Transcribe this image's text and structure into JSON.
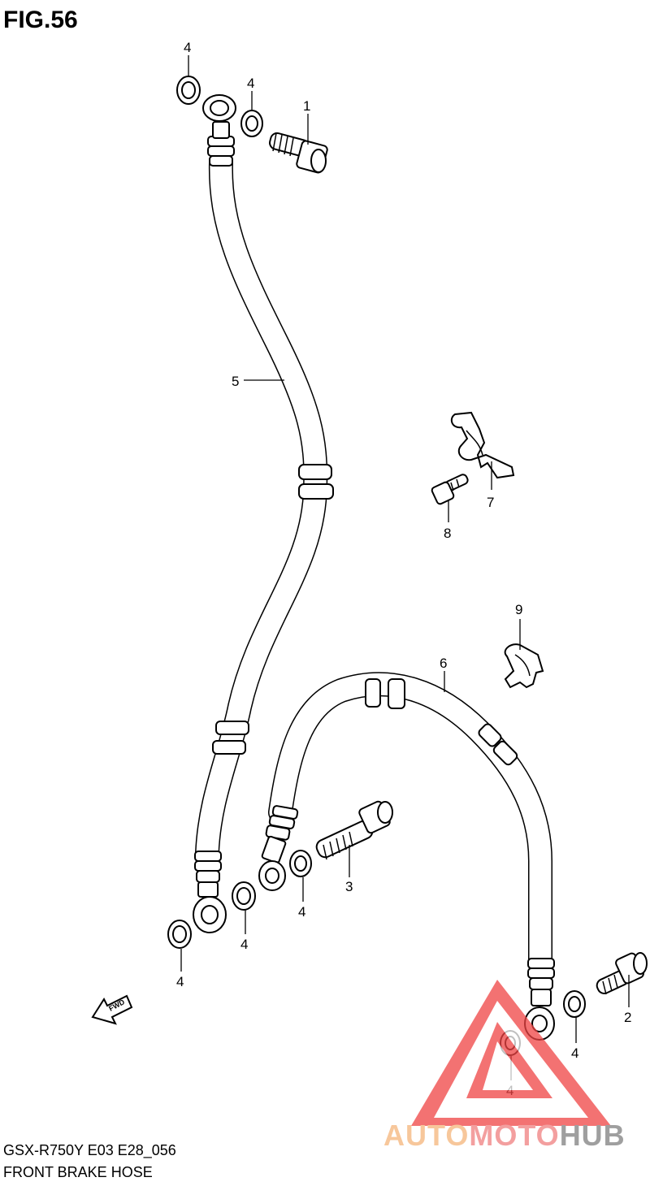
{
  "figure": {
    "title": "FIG.56",
    "model_code": "GSX-R750Y E03 E28_056",
    "caption": "FRONT BRAKE HOSE"
  },
  "callouts": {
    "c1": "1",
    "c2": "2",
    "c3": "3",
    "c4a": "4",
    "c4b": "4",
    "c4c": "4",
    "c4d": "4",
    "c4e": "4",
    "c4f": "4",
    "c4g": "4",
    "c5": "5",
    "c6": "6",
    "c7": "7",
    "c8": "8",
    "c9": "9"
  },
  "fwd_label": "FWD",
  "watermark": {
    "part1": "AUTO",
    "part2": "MOTO",
    "part3": "HUB",
    "color_part1": "#f5b57a",
    "color_part2": "#f08080",
    "color_part3": "#808080",
    "triangle_color": "#ef4444"
  }
}
